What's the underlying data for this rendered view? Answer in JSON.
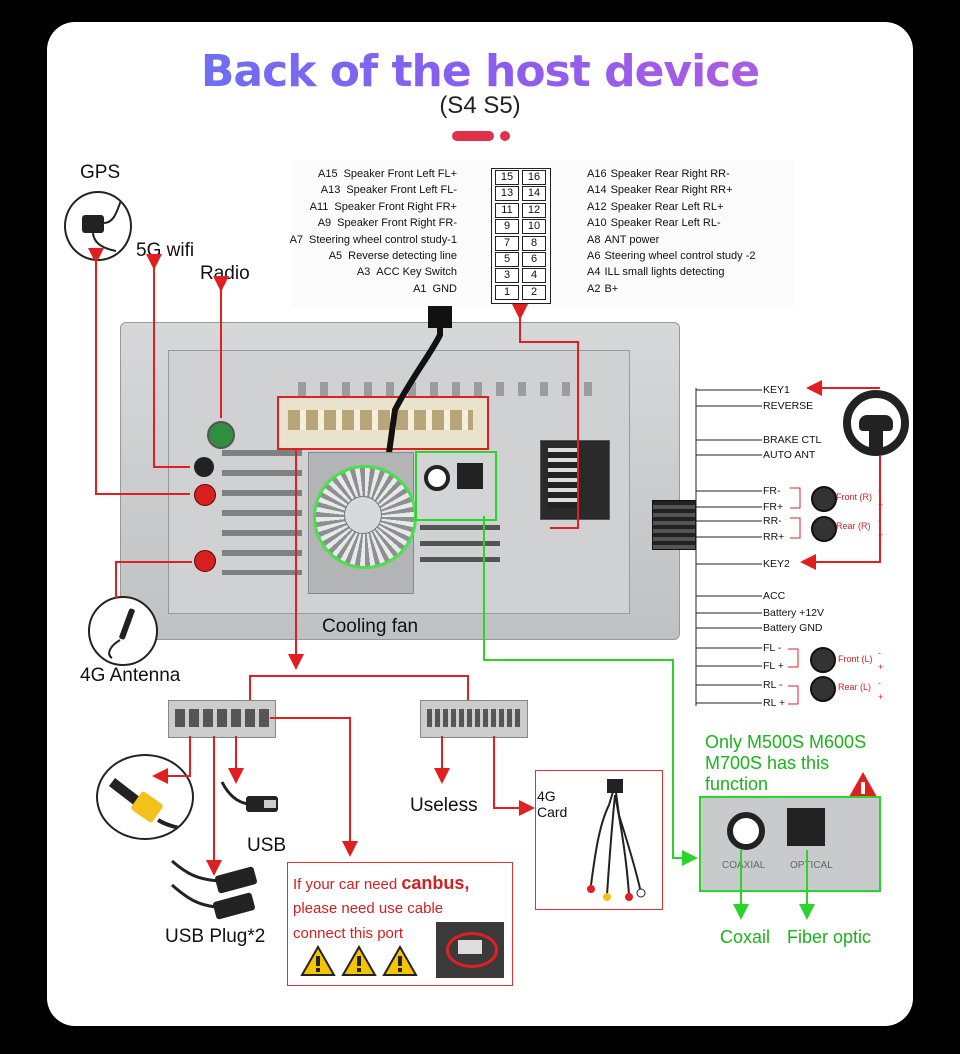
{
  "header": {
    "title": "Back of the host device",
    "subtitle": "(S4 S5)"
  },
  "colors": {
    "title_gradient_start": "#5b7cf5",
    "title_gradient_end": "#c35cd9",
    "accent_red": "#e0304a",
    "arrow_red": "#e02020",
    "arrow_green": "#2bd42b"
  },
  "pinout": {
    "left": [
      {
        "code": "A15",
        "label": "Speaker Front Left FL+",
        "pin": "15"
      },
      {
        "code": "A13",
        "label": "Speaker Front Left FL-",
        "pin": "13"
      },
      {
        "code": "A11",
        "label": "Speaker Front Right FR+",
        "pin": "11"
      },
      {
        "code": "A9",
        "label": "Speaker Front Right FR-",
        "pin": "9"
      },
      {
        "code": "A7",
        "label": "Steering wheel control study-1",
        "pin": "7"
      },
      {
        "code": "A5",
        "label": "Reverse detecting line",
        "pin": "5"
      },
      {
        "code": "A3",
        "label": "ACC Key Switch",
        "pin": "3"
      },
      {
        "code": "A1",
        "label": "GND",
        "pin": "1"
      }
    ],
    "right": [
      {
        "code": "A16",
        "label": "Speaker Rear Right RR-",
        "pin": "16"
      },
      {
        "code": "A14",
        "label": "Speaker Rear Right RR+",
        "pin": "14"
      },
      {
        "code": "A12",
        "label": "Speaker Rear Left RL+",
        "pin": "12"
      },
      {
        "code": "A10",
        "label": "Speaker Rear Left RL-",
        "pin": "10"
      },
      {
        "code": "A8",
        "label": "ANT power",
        "pin": "8"
      },
      {
        "code": "A6",
        "label": "Steering wheel control study -2",
        "pin": "6"
      },
      {
        "code": "A4",
        "label": "ILL small lights detecting",
        "pin": "4"
      },
      {
        "code": "A2",
        "label": "B+",
        "pin": "2"
      }
    ]
  },
  "ports": {
    "gps": "GPS",
    "wifi": "5G wifi",
    "radio": "Radio",
    "antenna_4g": "4G Antenna",
    "cooling_fan": "Cooling fan",
    "coaxial_label": "COAXIAL",
    "optical_label": "OPTICAL"
  },
  "harness": {
    "wires": [
      "KEY1",
      "REVERSE",
      "BRAKE CTL",
      "AUTO ANT",
      "FR-",
      "FR+",
      "RR-",
      "RR+",
      "KEY2",
      "ACC",
      "Battery +12V",
      "Battery GND",
      "FL -",
      "FL +",
      "RL -",
      "RL +"
    ],
    "speakers": {
      "front_r": "Front (R)",
      "rear_r": "Rear (R)",
      "front_l": "Front (L)",
      "rear_l": "Rear (L)",
      "minus": "-",
      "plus": "+"
    }
  },
  "bottom": {
    "usb": "USB",
    "usb_plug": "USB Plug*2",
    "useless": "Useless",
    "card_4g": "4G\nCard",
    "canbus_line1_pre": "If your car need ",
    "canbus_line1_em": "canbus,",
    "canbus_line2": "please need use cable",
    "canbus_line3": "connect this port"
  },
  "audio_note": {
    "text": "Only M500S M600S M700S has this function",
    "coaxial": "Coxail",
    "fiber": "Fiber optic"
  }
}
